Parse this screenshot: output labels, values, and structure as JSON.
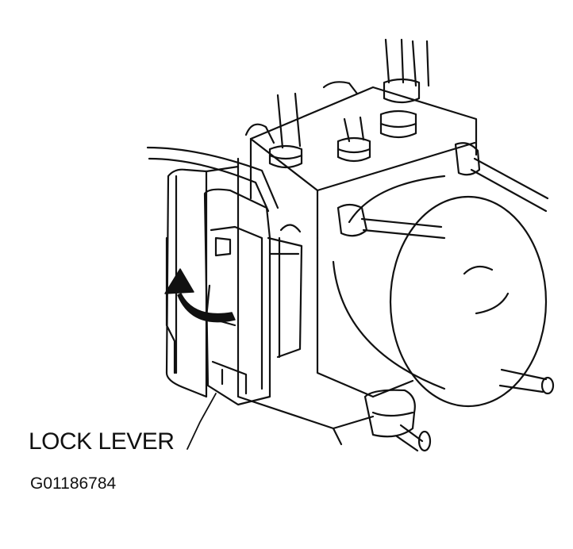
{
  "diagram": {
    "callout_label": "LOCK LEVER",
    "figure_id": "G01186784",
    "line_color": "#111111",
    "background_color": "#ffffff",
    "arrow_direction": "counterclockwise-up"
  }
}
